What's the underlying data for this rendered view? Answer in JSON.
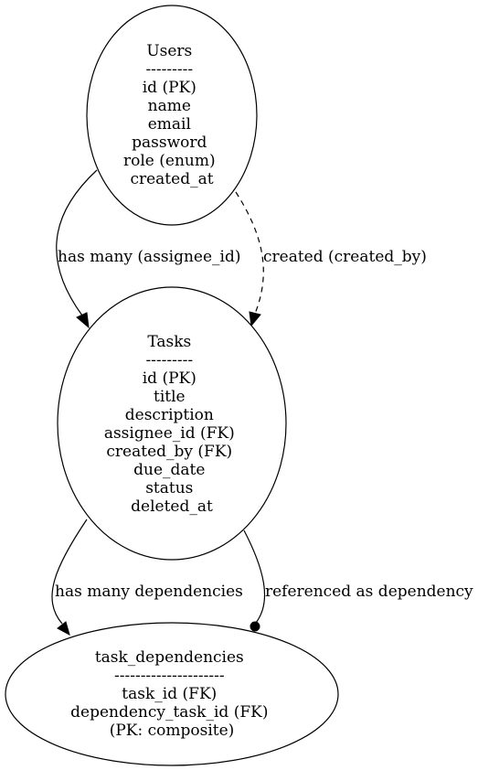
{
  "nodes": {
    "users": {
      "title": "Users",
      "separator": "---------",
      "fields": [
        "id (PK)",
        "name",
        "email",
        "password",
        "role (enum)",
        "created_at"
      ]
    },
    "tasks": {
      "title": "Tasks",
      "separator": "---------",
      "fields": [
        "id (PK)",
        "title",
        "description",
        "assignee_id (FK)",
        "created_by (FK)",
        "due_date",
        "status",
        "deleted_at"
      ]
    },
    "task_dependencies": {
      "title": "task_dependencies",
      "separator": "---------------------",
      "fields": [
        "task_id (FK)",
        "dependency_task_id (FK)",
        "(PK: composite)"
      ]
    }
  },
  "edges": {
    "users_tasks_assignee": {
      "label": "has many (assignee_id)",
      "style": "solid",
      "head": "arrow"
    },
    "users_tasks_created": {
      "label": "created (created_by)",
      "style": "dashed",
      "head": "arrow"
    },
    "tasks_deps_has_many": {
      "label": "has many dependencies",
      "style": "solid",
      "head": "arrow"
    },
    "tasks_deps_referenced": {
      "label": "referenced as dependency",
      "style": "solid",
      "head": "dot"
    }
  }
}
